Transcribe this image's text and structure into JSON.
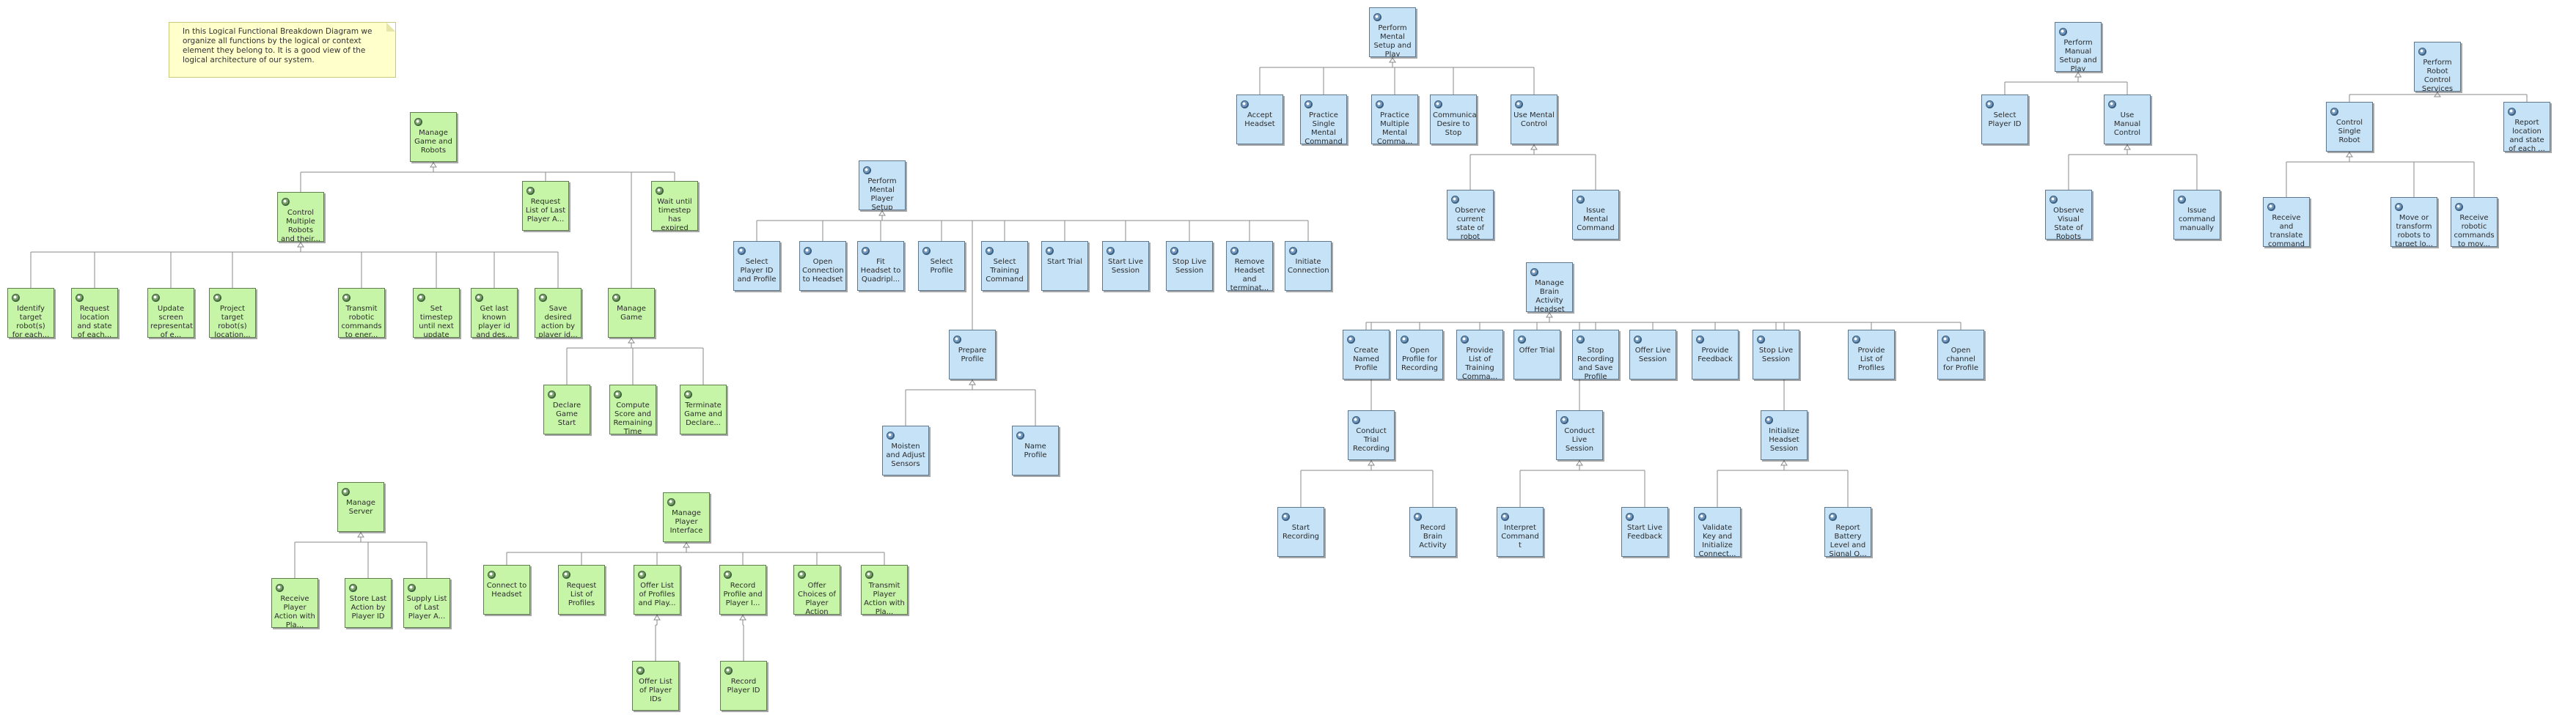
{
  "note": "In this Logical Functional Breakdown Diagram we organize all functions by the logical or context element they belong to. It is a good view of the logical architecture of our system.",
  "colors": {
    "green": "#c6f5a8",
    "blue": "#c5e2f7",
    "line": "#8a8a8a"
  },
  "nodes": {
    "manage_game": "Manage Game and Robots",
    "control_robots": "Control Multiple Robots and their...",
    "request_list_last": "Request List of Last Player A...",
    "wait_timestep": "Wait until timestep has expired",
    "identify_targets": "Identify target robot(s) for each...",
    "request_location": "Request location and state of each...",
    "update_screen": "Update screen representation of e...",
    "project_targets": "Project target robot(s) location...",
    "transmit_commands": "Transmit robotic commands to ener...",
    "set_timestep": "Set timestep until next update",
    "get_last_known": "Get last known player id and des...",
    "save_desired": "Save desired action by player id...",
    "manage_game2": "Manage Game",
    "declare_start": "Declare Game Start",
    "compute_score": "Compute Score and Remaining Time",
    "terminate_game": "Terminate Game and Declare...",
    "manage_server": "Manage Server",
    "receive_action": "Receive Player Action with Pla...",
    "store_last_action": "Store Last Action by Player ID",
    "supply_list": "Supply List of Last Player A...",
    "manage_interface": "Manage Player Interface",
    "connect_headset": "Connect to Headset",
    "request_profiles": "Request List of Profiles",
    "offer_list": "Offer List of Profiles and Play...",
    "record_profile": "Record Profile and Player I...",
    "offer_choices": "Offer Choices of Player Action",
    "transmit_action": "Transmit Player Action with Pla...",
    "offer_ids": "Offer List of Player IDs",
    "record_player_id": "Record Player ID",
    "mental_player_setup": "Perform Mental Player Setup",
    "select_player_id": "Select Player ID and Profile",
    "open_connection": "Open Connection to Headset",
    "fit_headset": "Fit Headset to Quadripl...",
    "select_profile": "Select Profile",
    "select_training": "Select Training Command",
    "start_trial": "Start Trial",
    "start_live": "Start Live Session",
    "stop_live": "Stop Live Session",
    "remove_headset": "Remove Headset and terminat...",
    "initiate_connection": "Initiate Connection",
    "prepare_profile": "Prepare Profile",
    "moisten_sensors": "Moisten and Adjust Sensors",
    "name_profile": "Name Profile",
    "mental_setup_play": "Perform Mental Setup and Play",
    "accept_headset": "Accept Headset",
    "practice_single": "Practice Single Mental Command",
    "practice_multiple": "Practice Multiple Mental Comma...",
    "communicate_desire": "Communicate Desire to Stop",
    "use_mental": "Use Mental Control",
    "observe_state": "Observe current state of robot",
    "issue_mental": "Issue Mental Command",
    "manage_brain": "Manage Brain Activity Headset",
    "create_named": "Create Named Profile",
    "open_profile_rec": "Open Profile for Recording",
    "provide_training": "Provide List of Training Comma...",
    "offer_trial": "Offer Trial",
    "stop_recording": "Stop Recording and Save Profile",
    "offer_live": "Offer Live Session",
    "provide_feedback": "Provide Feedback",
    "stop_live2": "Stop Live Session",
    "provide_profiles": "Provide List of Profiles",
    "open_channel": "Open channel for Profile",
    "conduct_trial": "Conduct Trial Recording",
    "conduct_live": "Conduct Live Session",
    "initialize_headset": "Initialize Headset Session",
    "start_recording": "Start Recording",
    "record_brain": "Record Brain Activity",
    "interpret_command": "Interpret Command t",
    "start_live_feedback": "Start Live Feedback",
    "validate_key": "Validate Key and Initialize Connect...",
    "report_battery": "Report Battery Level and Signal Q...",
    "manual_setup_play": "Perform Manual Setup and Play",
    "select_player_id2": "Select Player ID",
    "use_manual": "Use Manual Control",
    "observe_visual": "Observe Visual State of Robots",
    "issue_manual": "Issue command manually",
    "robot_control": "Perform Robot Control Services",
    "control_single": "Control Single Robot",
    "report_location": "Report location and state of each ...",
    "receive_translate": "Receive and translate command",
    "move_transform": "Move or transform robots to target lo...",
    "receive_robotic": "Receive robotic commands to mov..."
  }
}
